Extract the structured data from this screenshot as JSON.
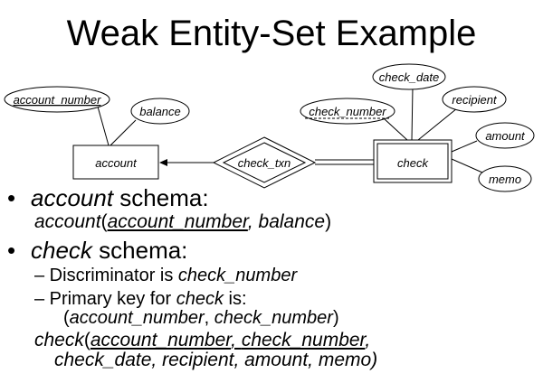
{
  "title": "Weak Entity-Set Example",
  "diagram": {
    "entities": {
      "account": "account",
      "check": "check"
    },
    "relationship": "check_txn",
    "account_attributes": {
      "key": "account_number",
      "balance": "balance"
    },
    "check_attributes": {
      "discriminator": "check_number",
      "check_date": "check_date",
      "recipient": "recipient",
      "amount": "amount",
      "memo": "memo"
    }
  },
  "bullets": {
    "account_schema": {
      "name": "account",
      "suffix": " schema:",
      "relation": "account",
      "open": "(",
      "key": "account_number",
      "rest": ", balance",
      "close": ")"
    },
    "check_schema": {
      "name": "check",
      "suffix": " schema:",
      "discriminator_prefix": "– Discriminator is ",
      "discriminator_value": "check_number",
      "pk_prefix": "– Primary key for ",
      "pk_entity": "check",
      "pk_suffix": " is:",
      "pk_open": "(",
      "pk_value1": "account_number",
      "pk_sep": ", ",
      "pk_value2": "check_number",
      "pk_close": ")",
      "relation": "check",
      "open": "(",
      "key1": "account_number",
      "comma": ", ",
      "key2": "check_number",
      "trail": ",",
      "line2": "check_date, recipient, amount, memo)"
    }
  }
}
